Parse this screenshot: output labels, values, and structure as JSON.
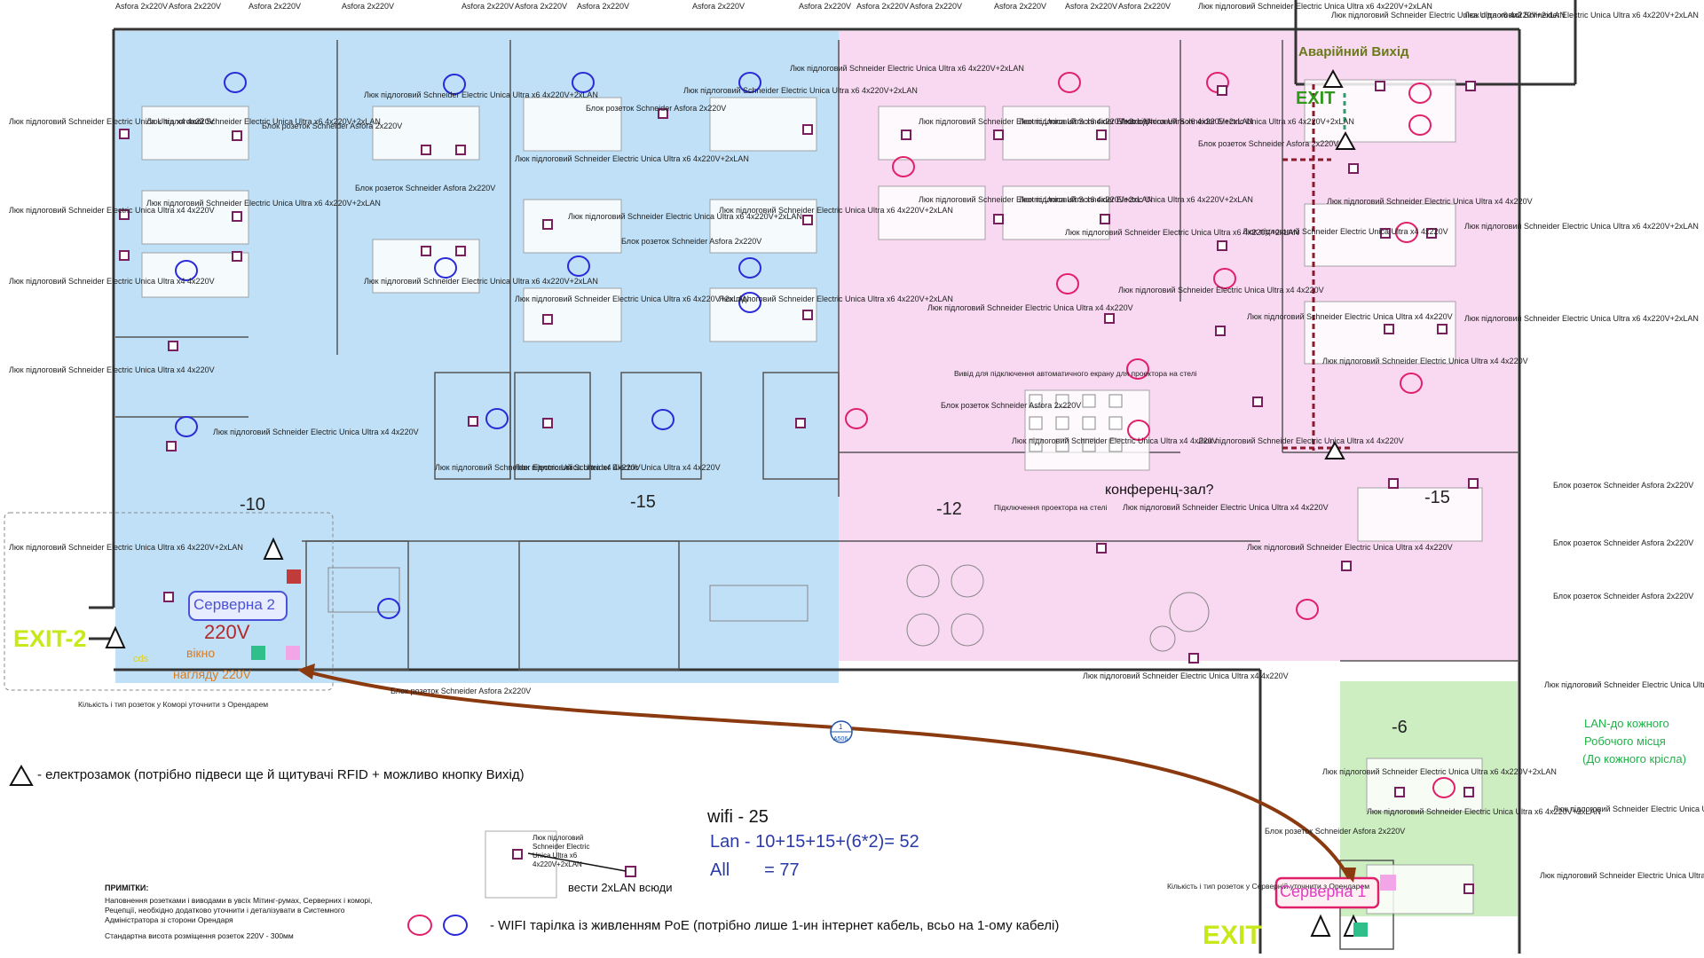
{
  "zones": [
    {
      "id": "-10",
      "label": "-10"
    },
    {
      "id": "-15a",
      "label": "-15"
    },
    {
      "id": "-12",
      "label": "-12"
    },
    {
      "id": "-15b",
      "label": "-15"
    },
    {
      "id": "-6",
      "label": "-6"
    }
  ],
  "header": {
    "emergency_exit": "Аварійний Вихід",
    "exit_top": "EXIT",
    "exit_left": "EXIT-2",
    "exit_bottom": "EXIT"
  },
  "rooms": {
    "server2": "Серверна 2",
    "server1": "Серверна 1",
    "conference": "конференц-зал?",
    "window_label": "вікно",
    "window_label2": "нагляду 220V",
    "power_220": "220V",
    "cds": "cds",
    "storage_note": "Кількість і тип розеток у Коморі уточнити з Орендарем",
    "server_note": "Кількість і тип розеток у Серверній уточнити з Орендарем",
    "projector_ceiling": "Вивід для підключення автоматичного екрану для проектора на стелі",
    "projector_connect": "Підключення проектора на стелі",
    "section_ref": "1",
    "section_ref2": "A506"
  },
  "device_labels": {
    "floor_x4": "Люк підлоговий Schneider Electric Unica Ultra x4 4x220V",
    "floor_x6": "Люк підлоговий Schneider Electric Unica Ultra x6 4x220V+2xLAN",
    "block_asfora": "Блок розеток Schneider Asfora 2x220V",
    "block_short": "Asfora 2x220V"
  },
  "lan_note": {
    "line1": "LAN-до кожного",
    "line2": "Робочого місця",
    "line3": "(До кожного крісла)"
  },
  "legend": {
    "lock": "- електрозамок (потрібно підвеси ще й щитувачі RFID + можливо кнопку Вихід)",
    "wifi": "- WIFI тарілка із живленням  PoE (потрібно лише 1-ин інтернет кабель, всьо на 1-ому кабелі)",
    "sample_label": "Люк підлоговий Schneider Electric Unica Ultra x6 4x220V+2xLAN",
    "lan_everywhere": "вести 2xLAN всюди"
  },
  "counts": {
    "wifi": "wifi - 25",
    "lan": "Lan - 10+15+15+(6*2)= 52",
    "all": "All       = 77"
  },
  "notes": {
    "title": "ПРИМІТКИ:",
    "items": [
      "Наповнення розетками і виводами в увсіх Мітинг-румах, Серверних і коморі, Рецепції, необхідно додатково уточнити і деталізувати в Системного Адміністратора зі сторони Орендаря",
      "Стандартна висота розміщення розеток 220V - 300мм"
    ]
  },
  "colors": {
    "zone_blue": "#bfe0f7",
    "zone_pink": "#f9d8f1",
    "zone_green": "#cdeec0",
    "wifi_blue": "#2a2ad8",
    "wifi_pink": "#e0206a",
    "outlet": "#7a1f5e",
    "arrow_brown": "#8b3a10",
    "exit_green": "#c8e81a",
    "exit_dark": "#2f9a1a"
  }
}
